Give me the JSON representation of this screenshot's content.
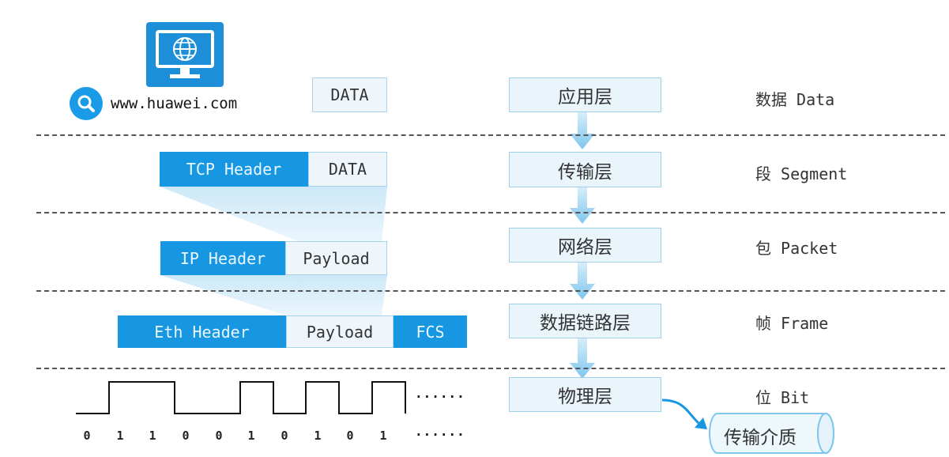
{
  "url_bar": {
    "url": "www.huawei.com"
  },
  "application_row": {
    "data_label": "DATA"
  },
  "transport_row": {
    "header_label": "TCP Header",
    "data_label": "DATA"
  },
  "network_row": {
    "header_label": "IP Header",
    "payload_label": "Payload"
  },
  "datalink_row": {
    "header_label": "Eth Header",
    "payload_label": "Payload",
    "trailer_label": "FCS"
  },
  "physical_row": {
    "bits": [
      "0",
      "1",
      "1",
      "0",
      "0",
      "1",
      "0",
      "1",
      "0",
      "1"
    ],
    "signal_ellipsis": "......",
    "bits_ellipsis": "......"
  },
  "layers": [
    {
      "name": "应用层",
      "unit": "数据 Data"
    },
    {
      "name": "传输层",
      "unit": "段 Segment"
    },
    {
      "name": "网络层",
      "unit": "包 Packet"
    },
    {
      "name": "数据链路层",
      "unit": "帧 Frame"
    },
    {
      "name": "物理层",
      "unit": "位 Bit"
    }
  ],
  "medium": {
    "label": "传输介质"
  },
  "colors": {
    "accent_blue": "#1797e2",
    "light_fill": "#eaf5fb",
    "border": "#9fcfe9",
    "dashes": "#555555"
  }
}
